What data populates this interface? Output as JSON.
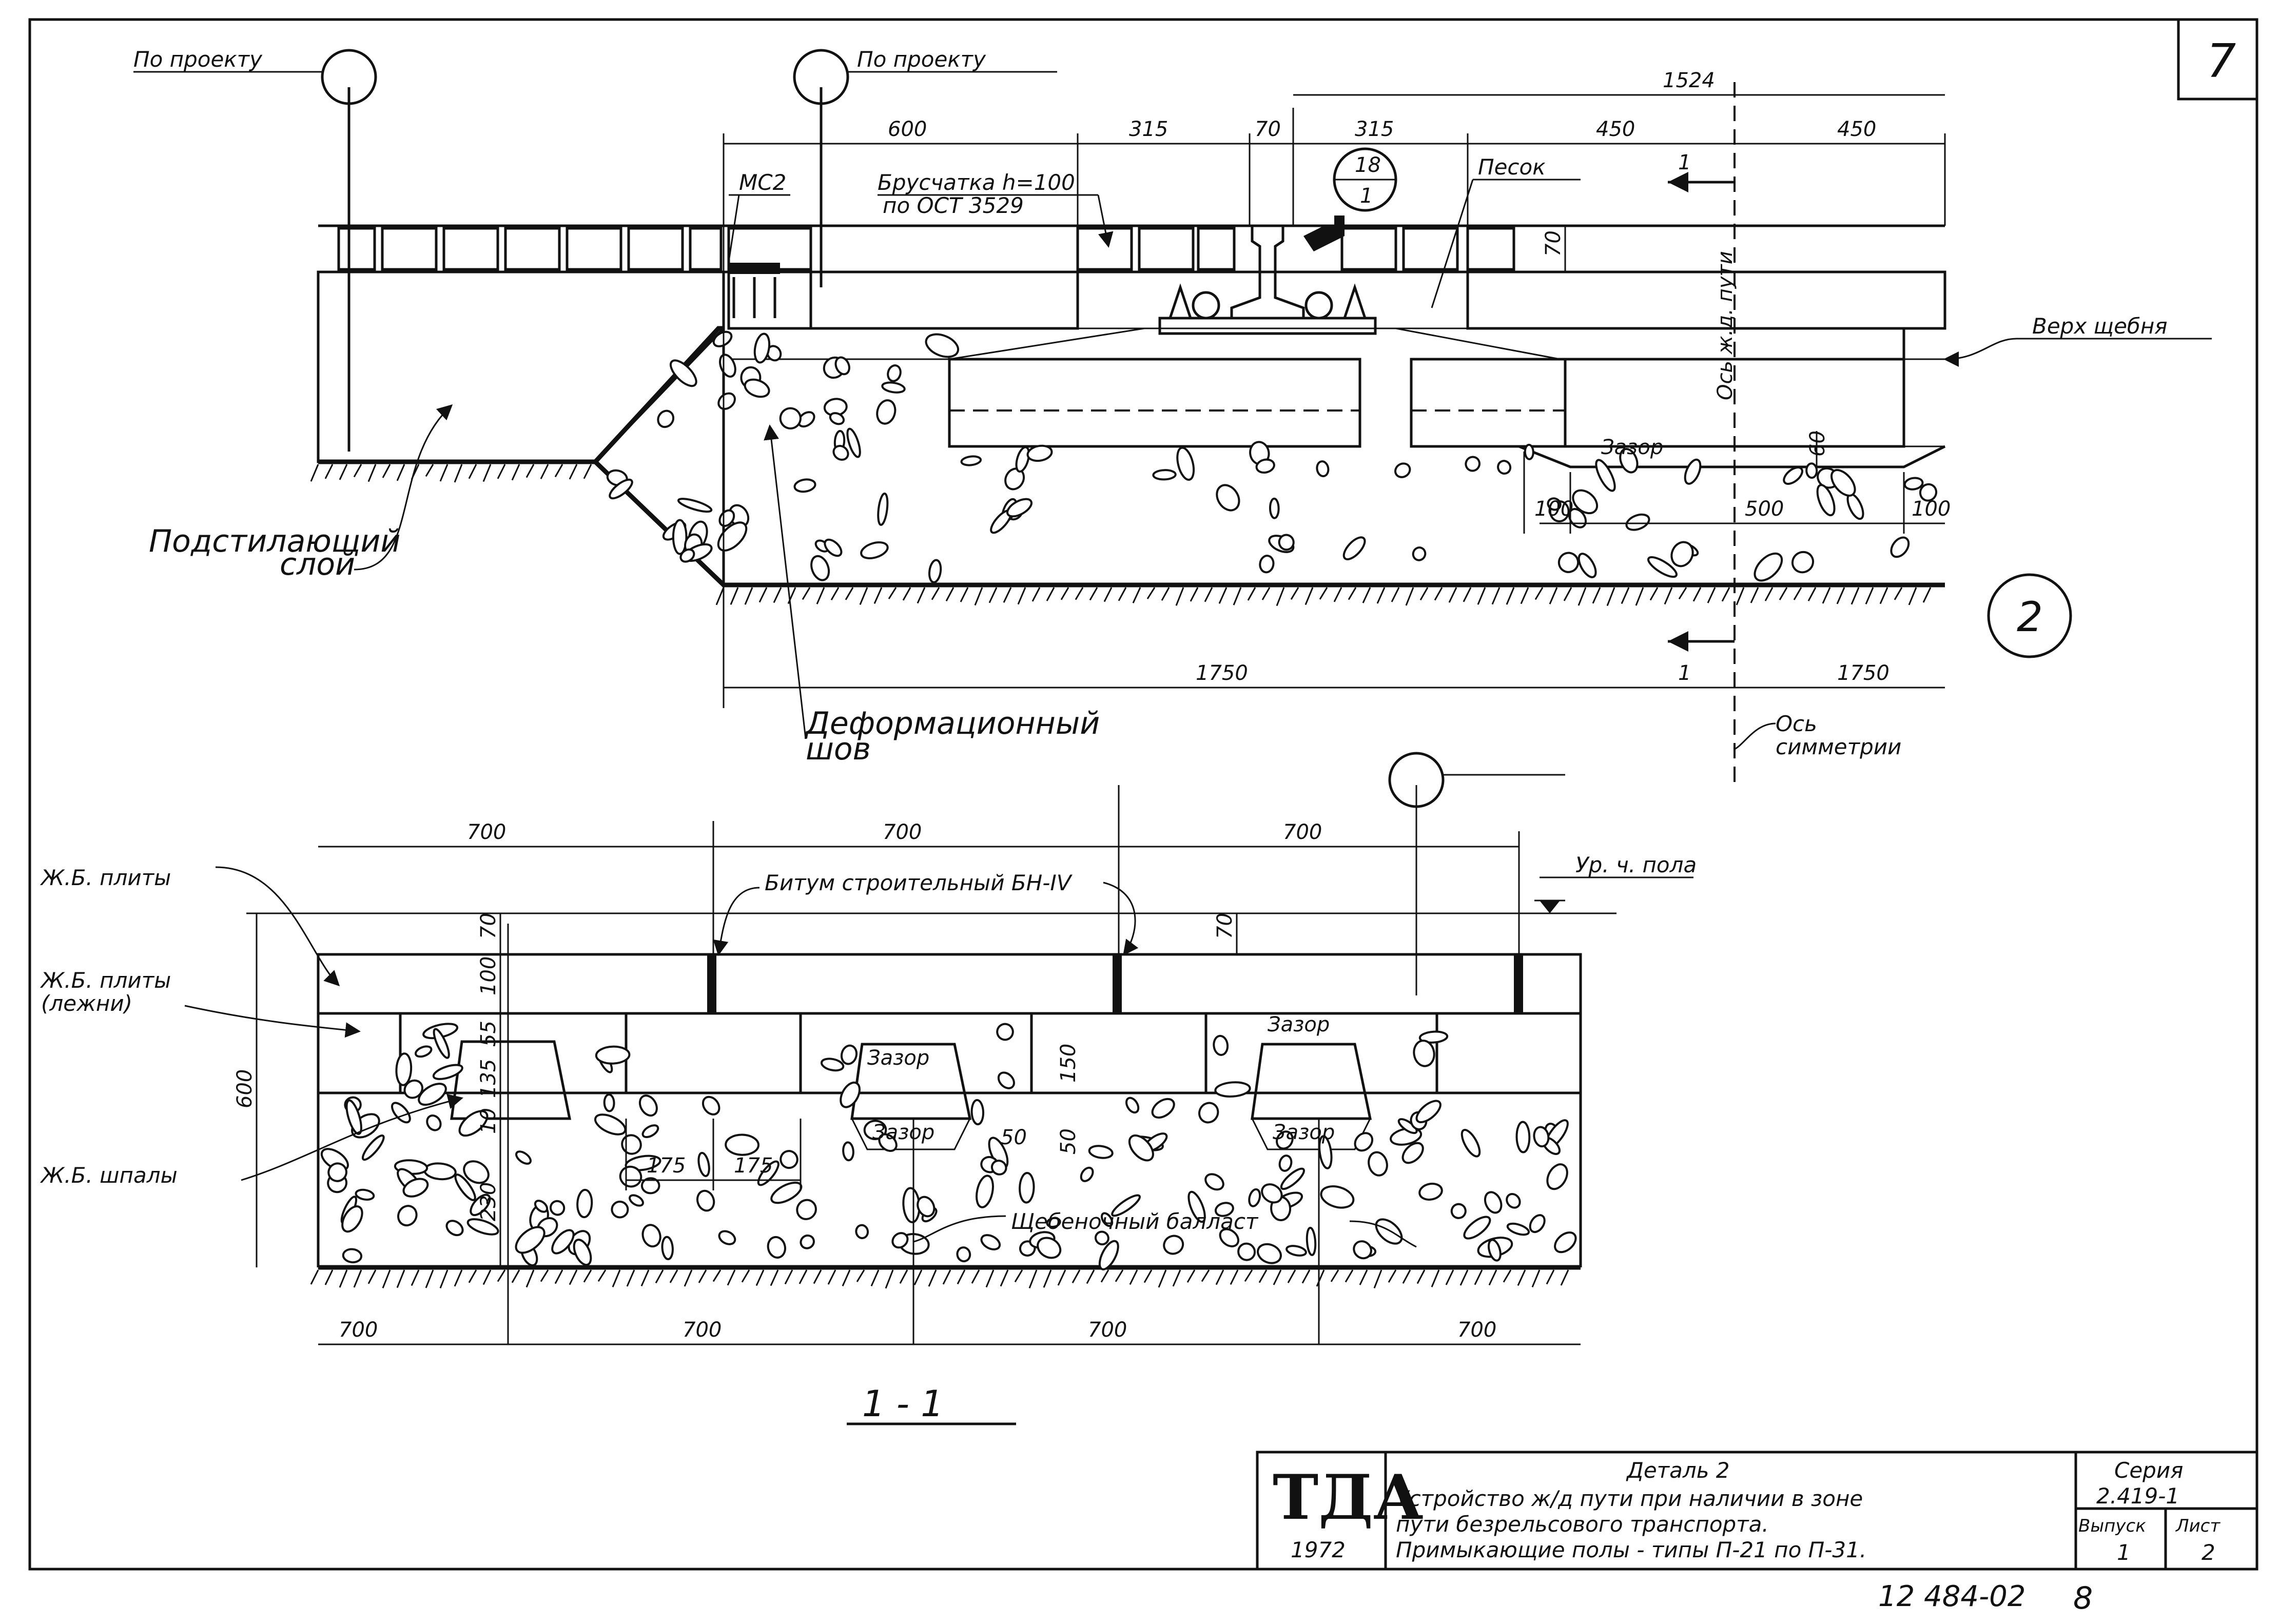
{
  "sheet": {
    "corner_number": "7",
    "stamp_logo": "ТДА",
    "stamp_year": "1972",
    "stamp_title_line1": "Деталь 2",
    "stamp_title_line2": "Устройство ж/д пути при наличии в зоне",
    "stamp_title_line3": "пути безрельсового транспорта.",
    "stamp_title_line4": "Примыкающие полы - типы П-21 по П-31.",
    "series_label": "Серия",
    "series_value": "2.419-1",
    "issue_label": "Выпуск",
    "issue_value": "1",
    "sheet_label": "Лист",
    "sheet_value": "2",
    "archive_number": "12 484-02",
    "archive_page": "8"
  },
  "detail": {
    "marker": "2",
    "label_po_proektu_left": "По проекту",
    "label_po_proektu_mid": "По проекту",
    "label_po_proektu_section": "По проекту",
    "label_mc2": "МС2",
    "label_bruschatka": "Брусчатка h=100",
    "label_ost": "по ОСТ 3529",
    "callout_top": "18",
    "callout_bottom": "1",
    "label_pesok": "Песок",
    "label_verh_shchebnya": "Верх щебня",
    "label_zazor": "Зазор",
    "label_podstilayushchiy": "Подстилающий",
    "label_sloy": "слой",
    "label_deform": "Деформационный",
    "label_shov": "шов",
    "label_os_simm": "Ось",
    "label_simm": "симметрии",
    "label_os_puti": "Ось ж.д. пути",
    "section_cut": "1",
    "dims": {
      "d1524": "1524",
      "d600": "600",
      "d315a": "315",
      "d70a": "70",
      "d315b": "315",
      "d450a": "450",
      "d450b": "450",
      "d70b": "70",
      "d60": "60",
      "d100a": "100",
      "d500": "500",
      "d100b": "100",
      "d1750a": "1750",
      "d1750b": "1750"
    }
  },
  "section": {
    "title": "1 - 1",
    "label_zhb_plity": "Ж.Б. плиты",
    "label_zhb_plity_lezhni": "Ж.Б. плиты",
    "label_lezhni": "(лежни)",
    "label_zhb_shpaly": "Ж.Б. шпалы",
    "label_bitum": "Битум строительный БН-IV",
    "label_ur_pola": "Ур. ч. пола",
    "label_zazor": "Зазор",
    "label_ballast": "Щебеночный балласт",
    "dims": {
      "top": [
        "700",
        "700",
        "700"
      ],
      "bottom": [
        "700",
        "700",
        "700",
        "700"
      ],
      "d600": "600",
      "d70a": "70",
      "d100": "100",
      "d55": "55",
      "d135": "135",
      "d10": "10",
      "d230": "230",
      "d175a": "175",
      "d175b": "175",
      "d70b": "70",
      "d150": "150",
      "d50a": "50",
      "d50b": "50"
    }
  }
}
